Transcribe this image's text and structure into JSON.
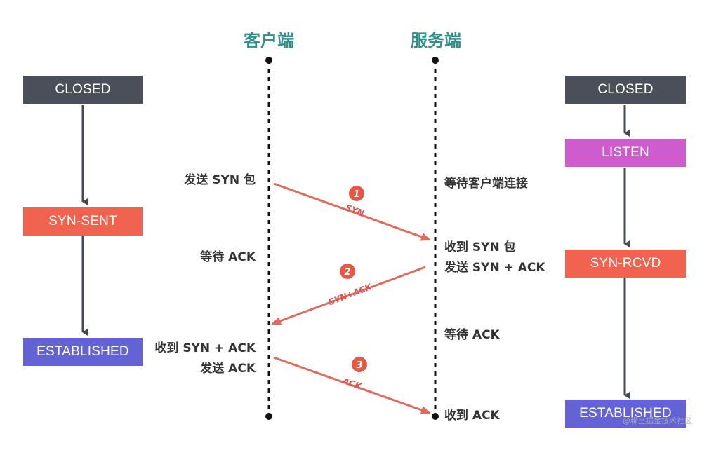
{
  "titles": {
    "client": "客户端",
    "server": "服务端"
  },
  "client_states": [
    "CLOSED",
    "SYN-SENT",
    "ESTABLISHED"
  ],
  "server_states": [
    "CLOSED",
    "LISTEN",
    "SYN-RCVD",
    "ESTABLISHED"
  ],
  "client_labels": {
    "send_syn": "发送 SYN 包",
    "wait_ack": "等待 ACK",
    "recv_syn_ack": "收到 SYN + ACK",
    "send_ack": "发送 ACK"
  },
  "server_labels": {
    "wait_connect": "等待客户端连接",
    "recv_syn": "收到 SYN 包",
    "send_syn_ack": "发送 SYN + ACK",
    "wait_ack": "等待 ACK",
    "recv_ack": "收到 ACK"
  },
  "messages": [
    {
      "step": "1",
      "label": "SYN"
    },
    {
      "step": "2",
      "label": "SYN+ACK"
    },
    {
      "step": "3",
      "label": "ACK"
    }
  ],
  "colors": {
    "closed": "#4a4f59",
    "listen": "#cf5ccf",
    "syn": "#f0634f",
    "established": "#6463d6",
    "arrow": "#e26a5a",
    "title": "#2f8f8a"
  },
  "watermark": "@稀土掘金技术社区"
}
